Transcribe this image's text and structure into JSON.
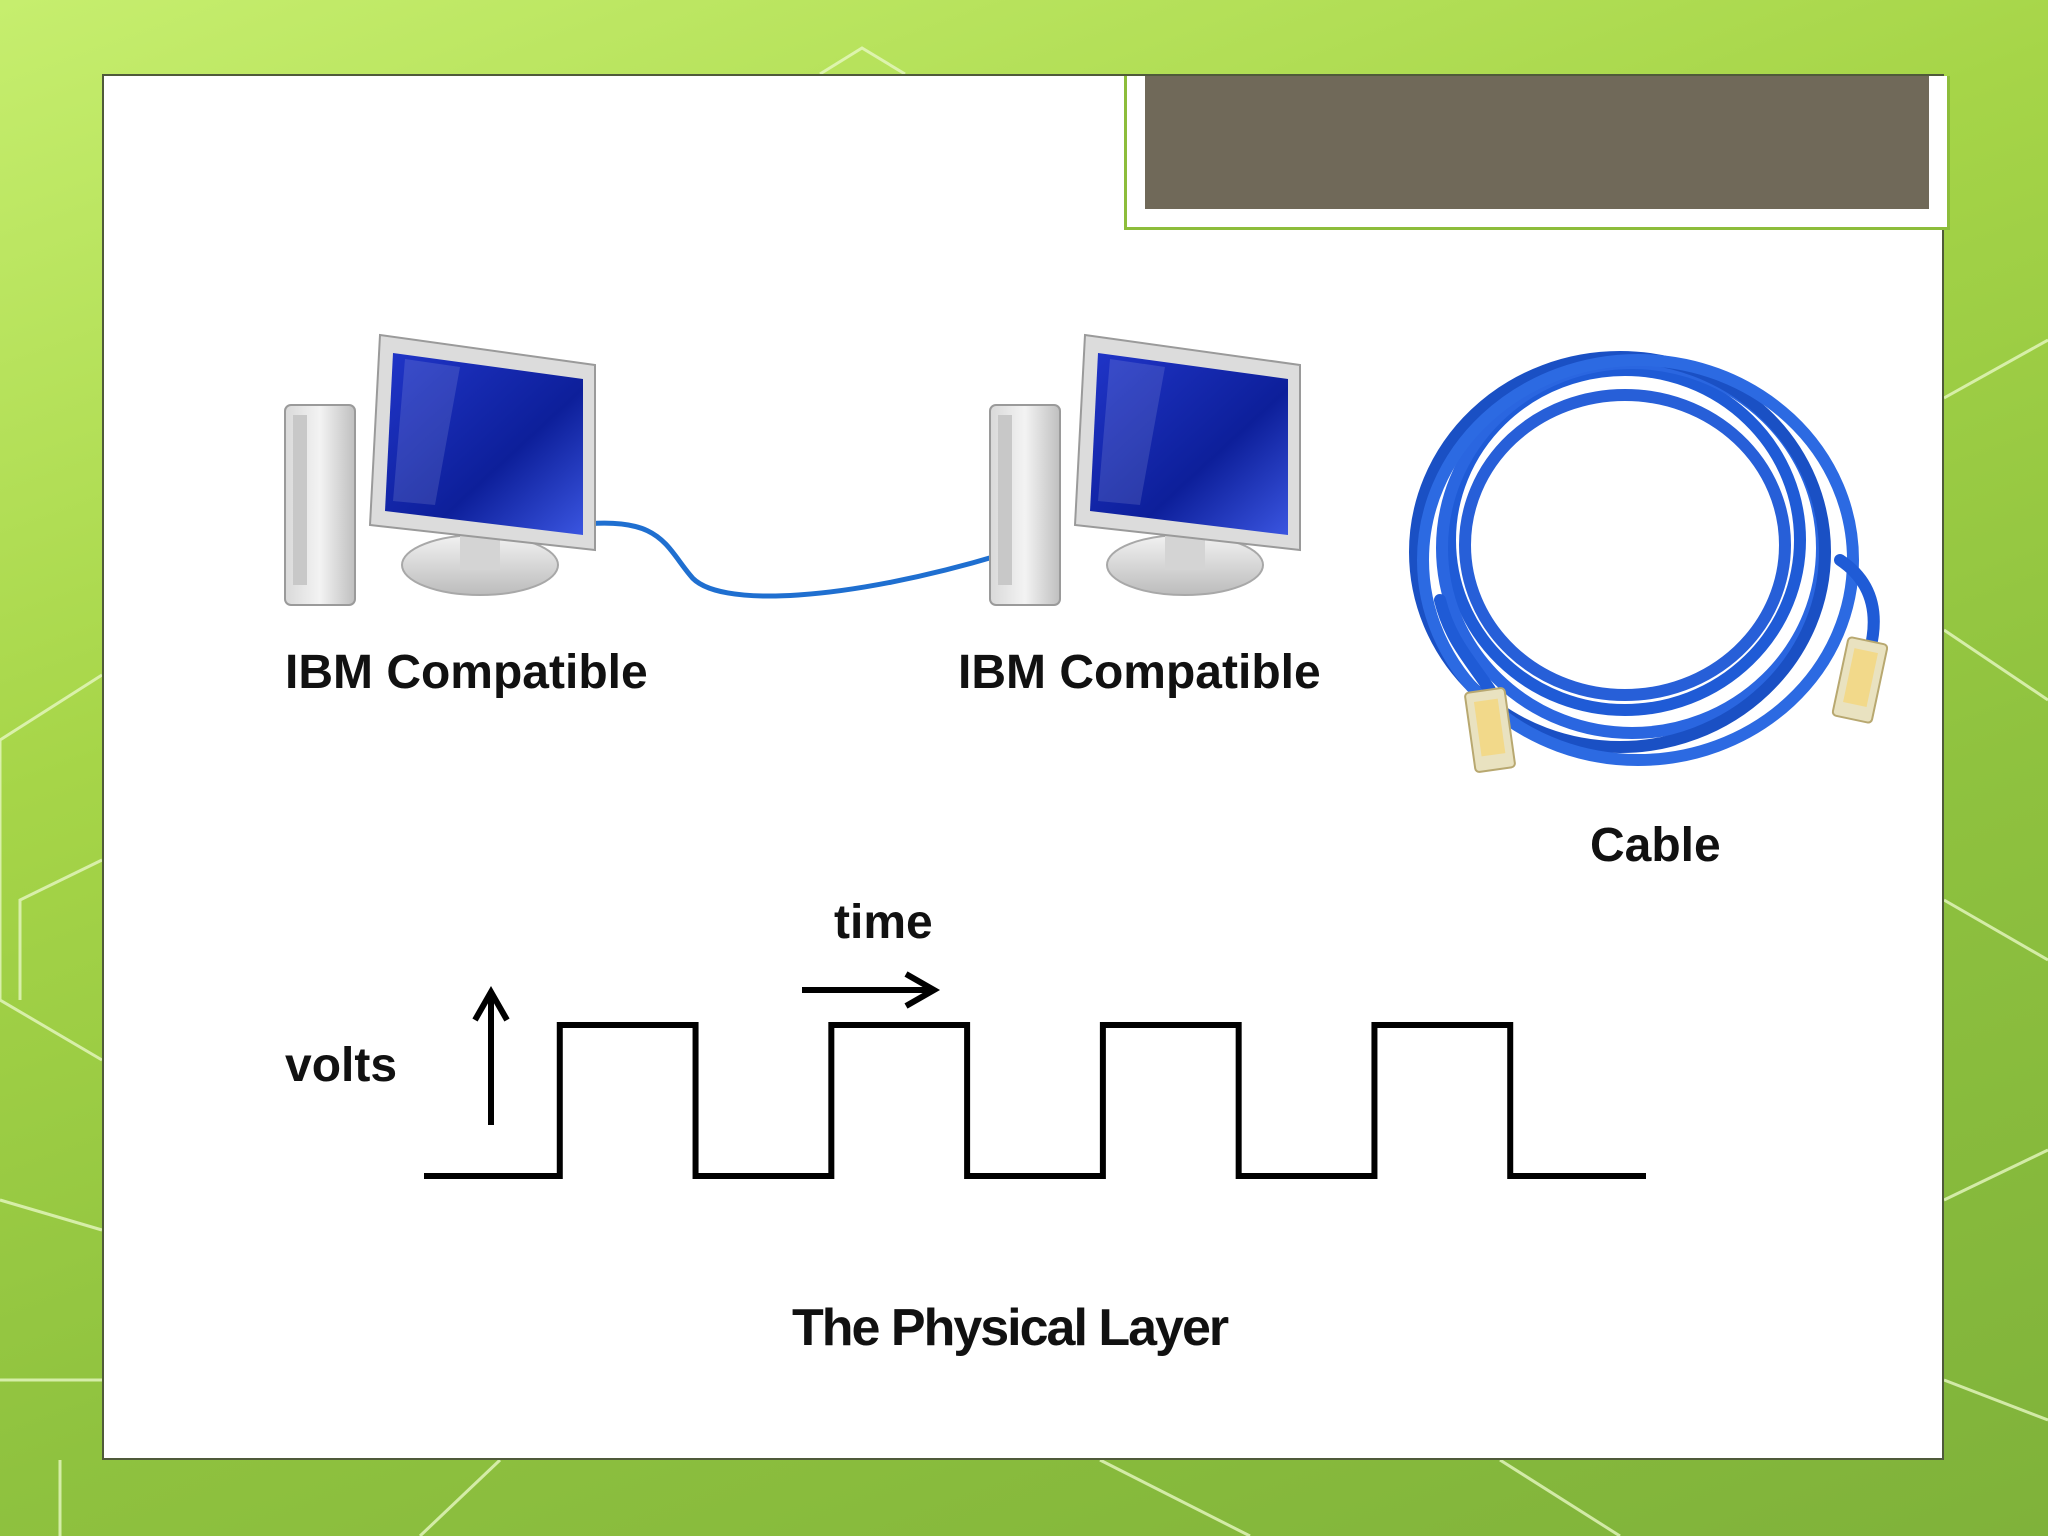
{
  "labels": {
    "pc_left": "IBM Compatible",
    "pc_right": "IBM Compatible",
    "cable": "Cable",
    "time": "time",
    "volts": "volts",
    "caption": "The Physical Layer"
  },
  "colors": {
    "background_green": "#a6d548",
    "title_box_fill": "#706959",
    "monitor_screen": "#1e2fb0",
    "cable_blue": "#1f5bd6"
  },
  "icons": {
    "computer": "desktop-computer-icon",
    "cable": "network-cable-icon"
  },
  "signal": {
    "levels": [
      0,
      1,
      0,
      1,
      0,
      1,
      0,
      1,
      0
    ]
  }
}
